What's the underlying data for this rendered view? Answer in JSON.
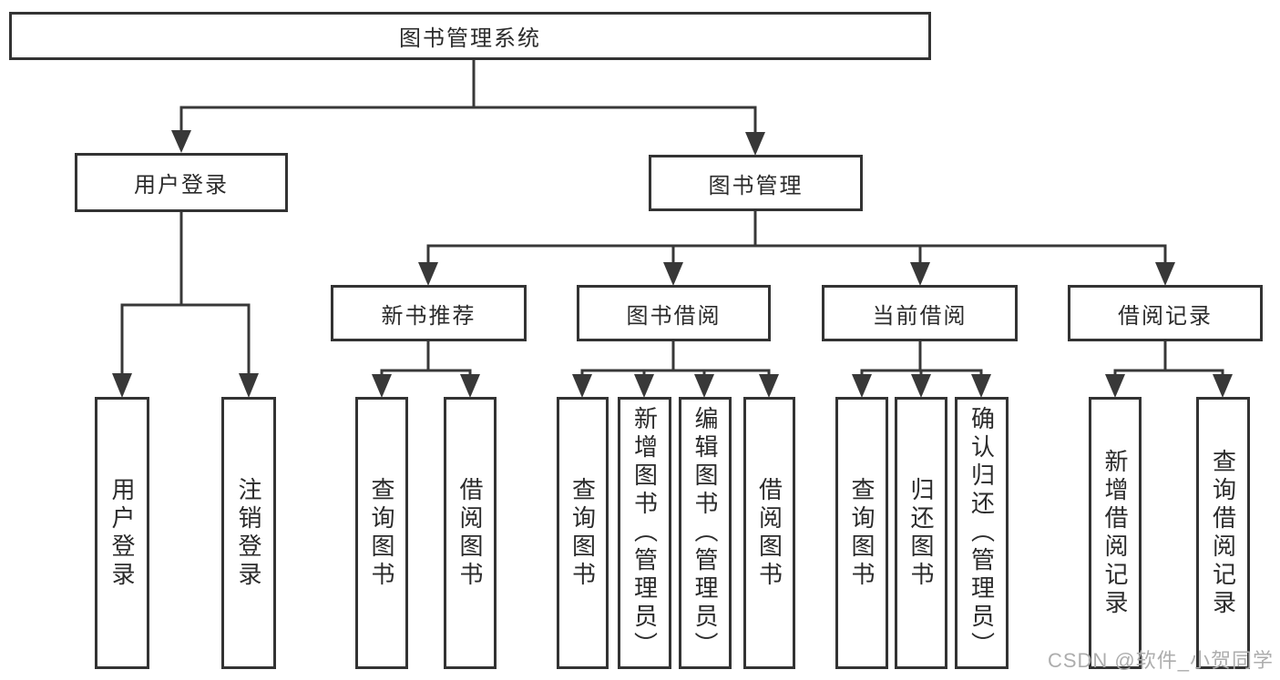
{
  "colors": {
    "line": "#383838",
    "box_border": "#333333",
    "text": "#2b2b2b",
    "watermark": "#adadad",
    "background": "#ffffff"
  },
  "watermark": {
    "text": "CSDN @软件_小贺同学"
  },
  "tree": {
    "root": {
      "label": "图书管理系统",
      "children": [
        {
          "label": "用户登录",
          "children": [
            {
              "label": "用户登录"
            },
            {
              "label": "注销登录"
            }
          ]
        },
        {
          "label": "图书管理",
          "children": [
            {
              "label": "新书推荐",
              "children": [
                {
                  "label": "查询图书"
                },
                {
                  "label": "借阅图书"
                }
              ]
            },
            {
              "label": "图书借阅",
              "children": [
                {
                  "label": "查询图书"
                },
                {
                  "label": "新增图书（管理员）"
                },
                {
                  "label": "编辑图书（管理员）"
                },
                {
                  "label": "借阅图书"
                }
              ]
            },
            {
              "label": "当前借阅",
              "children": [
                {
                  "label": "查询图书"
                },
                {
                  "label": "归还图书"
                },
                {
                  "label": "确认归还（管理员）"
                }
              ]
            },
            {
              "label": "借阅记录",
              "children": [
                {
                  "label": "新增借阅记录"
                },
                {
                  "label": "查询借阅记录"
                }
              ]
            }
          ]
        }
      ]
    }
  }
}
